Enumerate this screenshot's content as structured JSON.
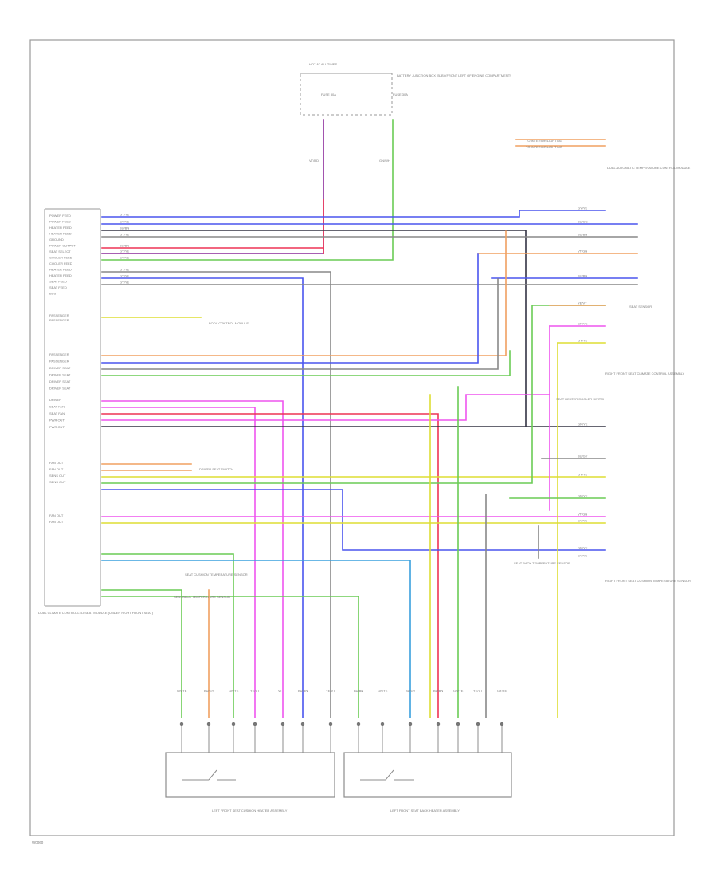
{
  "footer": {
    "code": "W0060"
  },
  "fuse_box": {
    "title": "HOT AT ALL TIMES",
    "note": "BATTERY JUNCTION BOX (BJB) (FRONT LEFT OF ENGINE COMPARTMENT)",
    "fuse_left": "FUSE 30A",
    "fuse_right": "FUSE 30A",
    "wire_left": "VT/RD",
    "wire_right": "GN/WH"
  },
  "module": {
    "caption": "DUAL CLIMATE CONTROLLED SEAT MODULE (UNDER RIGHT FRONT SEAT)",
    "pin_labels": [
      "POWER FEED",
      "POWER FEED",
      "HEATER FEED",
      "HEATER FEED",
      "GROUND",
      "POWER OUTPUT",
      "SEAT SELECT",
      "COOLER FEED",
      "COOLER FEED",
      "HEATER FEED",
      "HEATER FEED",
      "SEAT FEED",
      "SEAT FEED",
      "BUS",
      "PASSENGER",
      "PASSENGER",
      "PASSENGER",
      "PASSENGER",
      "DRIVER SEAT",
      "DRIVER SEAT",
      "DRIVER SEAT",
      "DRIVER SEAT",
      "DRIVER",
      "SEAT FAN",
      "SEAT FAN",
      "PWR OUT",
      "PWR OUT",
      "FAN OUT",
      "FAN OUT",
      "SENS OUT",
      "SENS OUT",
      "FAN OUT",
      "FAN OUT"
    ]
  },
  "connectors": {
    "top_right_a": "TO INTERIOR LIGHTING",
    "top_right_b": "TO INTERIOR LIGHTING",
    "top_right_note": "DUAL AUTOMATIC TEMPERATURE CONTROL MODULE",
    "bus_note": "BODY CONTROL MODULE",
    "driver_sw": "DRIVER SEAT SWITCH",
    "mid_note": "SEAT HEATER/COOLER SWITCH",
    "right_sensor": "SEAT SENSOR",
    "right_upper_note": "RIGHT FRONT SEAT CLIMATE CONTROL ASSEMBLY",
    "right_mid_note": "SEAT BACK TEMPERATURE SENSOR",
    "right_lower_note": "RIGHT FRONT SEAT CUSHION TEMPERATURE SENSOR",
    "bottom_sensor_note": "SEAT CUSHION TEMPERATURE SENSOR",
    "left_lower_note": "SEAT BACK TEMPERATURE SENSOR"
  },
  "wire_labels": {
    "trunk_left": [
      "GY/YE",
      "GY/YE",
      "BU/BN",
      "GY/YE",
      "BU/BN",
      "GY/YE",
      "GY/YE",
      "GY/YE",
      "GY/YE",
      "GY/YE"
    ],
    "right_col": [
      "GY/YE",
      "BU/OG",
      "BU/BN",
      "VT/GN",
      "BU/BN",
      "YE/VT",
      "GN/YE",
      "GY/YE",
      "GN/YE",
      "BU/GY",
      "GY/YE",
      "GN/YE",
      "VT/GN",
      "GY/YE",
      "GN/YE",
      "GY/YE"
    ]
  },
  "bottom_components": {
    "left_caption": "LEFT FRONT SEAT CUSHION HEATER ASSEMBLY",
    "right_caption": "LEFT FRONT SEAT BACK HEATER ASSEMBLY",
    "pin_tags": [
      "GN/YE",
      "BU/GY",
      "GN/YE",
      "YE/VT",
      "VT",
      "BU/BN",
      "YE/VT",
      "BU/BN",
      "GN/YE",
      "BU/GY",
      "BU/BN",
      "GN/YE",
      "YE/VT",
      "GY/YE"
    ]
  },
  "colors": {
    "blue": "#4a55ee",
    "purple": "#8a2a9a",
    "red": "#ee3355",
    "green": "#6acc55",
    "yellow": "#dddd33",
    "orange": "#f0a060",
    "magenta": "#ee55ee",
    "gray": "#888888",
    "lightblue": "#3aa0dd",
    "darkgray": "#333344"
  }
}
